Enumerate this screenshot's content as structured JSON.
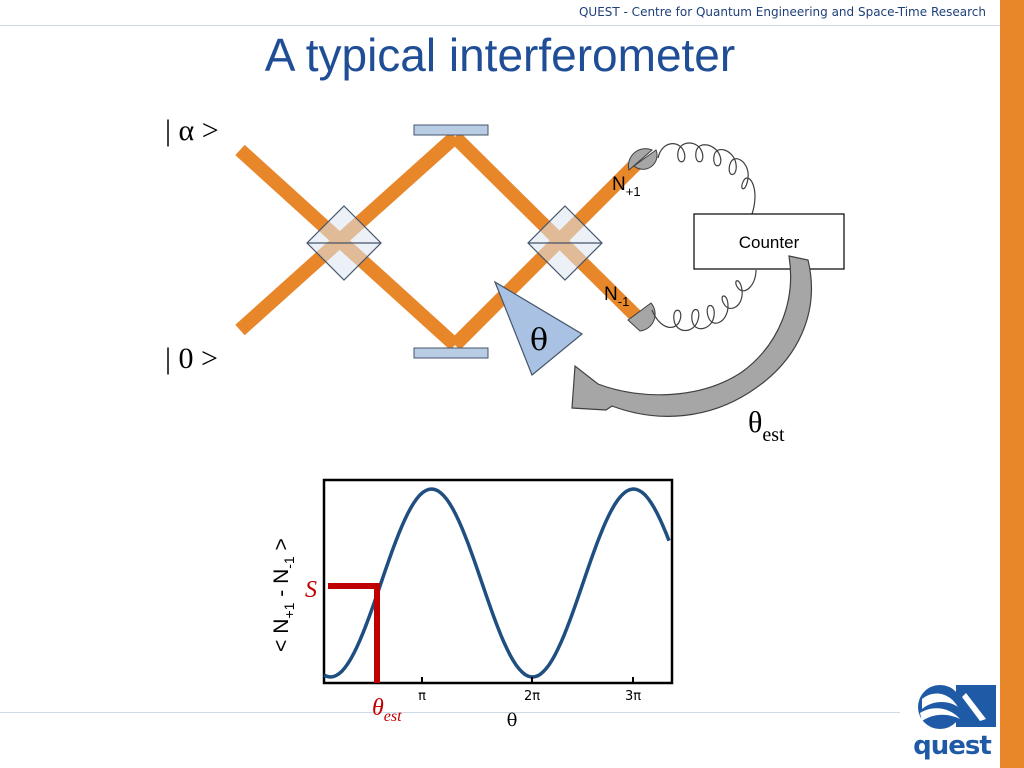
{
  "header": {
    "text": "QUEST - Centre for Quantum Engineering and Space-Time Research"
  },
  "title": "A typical interferometer",
  "diagram": {
    "input_alpha": "| α >",
    "input_zero": "| 0 >",
    "phase_symbol": "θ",
    "detector_plus": {
      "base": "N",
      "sub": "+1"
    },
    "detector_minus": {
      "base": "N",
      "sub": "-1"
    },
    "counter_label": "Counter",
    "estimate": {
      "base": "θ",
      "sub": "est"
    }
  },
  "plot": {
    "ylabel_parts": [
      "< N",
      "+1",
      " - N",
      "-1",
      " >"
    ],
    "xlabel": "θ",
    "x_ticks": [
      "π",
      "2π",
      "3π"
    ],
    "signal_label": "S",
    "estimate_label": {
      "base": "θ",
      "sub": "est"
    }
  },
  "colors": {
    "beam": "#e8862a",
    "title": "#1f4e96",
    "curve": "#1f4e80",
    "marker": "#c00000",
    "mirror": "#b8cce4"
  },
  "logo": {
    "word": "quest"
  }
}
